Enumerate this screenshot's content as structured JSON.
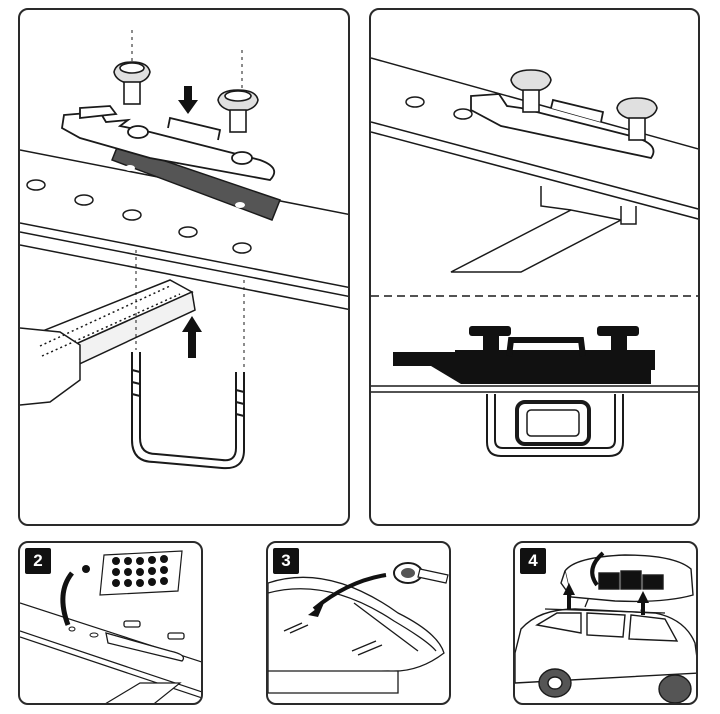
{
  "colors": {
    "line": "#1a1a1a",
    "pad": "#555555",
    "dark": "#111111",
    "paper": "#ffffff"
  },
  "panels": [
    {
      "id": "exploded-view",
      "step": ""
    },
    {
      "id": "assembled-view",
      "step": ""
    },
    {
      "id": "step-2",
      "step": "2"
    },
    {
      "id": "step-3",
      "step": "3"
    },
    {
      "id": "step-4",
      "step": "4"
    }
  ],
  "icons": [
    "knob-icon",
    "u-bolt-icon",
    "arrow-down-icon",
    "arrow-up-icon",
    "car-icon",
    "roof-box-icon",
    "strap-icon",
    "pad-sheet-icon"
  ]
}
